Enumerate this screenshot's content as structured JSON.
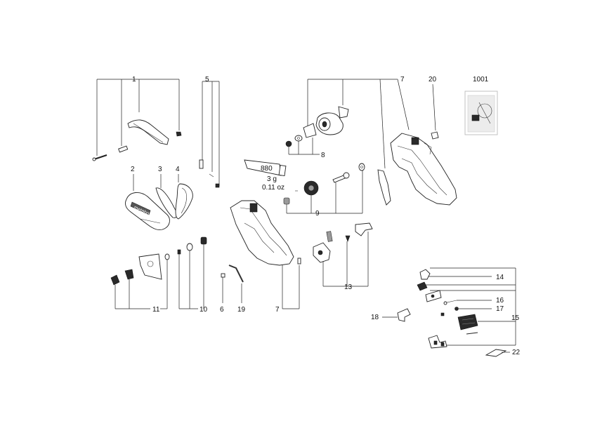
{
  "callouts": {
    "c1": "1",
    "c2": "2",
    "c3": "3",
    "c4": "4",
    "c5": "5",
    "c6": "6",
    "c7a": "7",
    "c7b": "7",
    "c8": "8",
    "c9": "9",
    "c10": "10",
    "c11": "11",
    "c13": "13",
    "c14": "14",
    "c15": "15",
    "c16": "16",
    "c17": "17",
    "c18": "18",
    "c19": "19",
    "c20": "20",
    "c22": "22",
    "c1001": "1001"
  },
  "grease": {
    "code": "880",
    "weight_g": "3 g",
    "weight_oz": "0.11 oz"
  },
  "chain_bar_logo": "metabo"
}
